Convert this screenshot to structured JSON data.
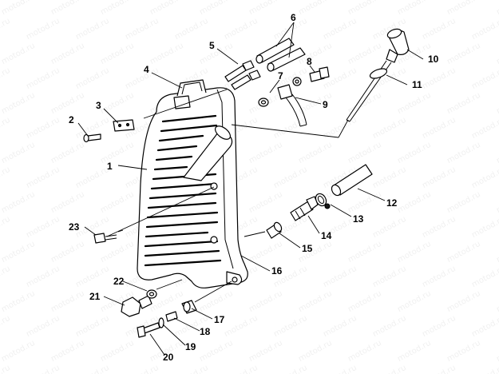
{
  "watermark": "motod.ru",
  "callouts": {
    "p1": "1",
    "p2": "2",
    "p3": "3",
    "p4": "4",
    "p5": "5",
    "p6": "6",
    "p7": "7",
    "p8": "8",
    "p9": "9",
    "p10": "10",
    "p11": "11",
    "p12": "12",
    "p13": "13",
    "p14": "14",
    "p15": "15",
    "p16": "16",
    "p17": "17",
    "p18": "18",
    "p19": "19",
    "p20": "20",
    "p21": "21",
    "p22": "22",
    "p23": "23"
  }
}
